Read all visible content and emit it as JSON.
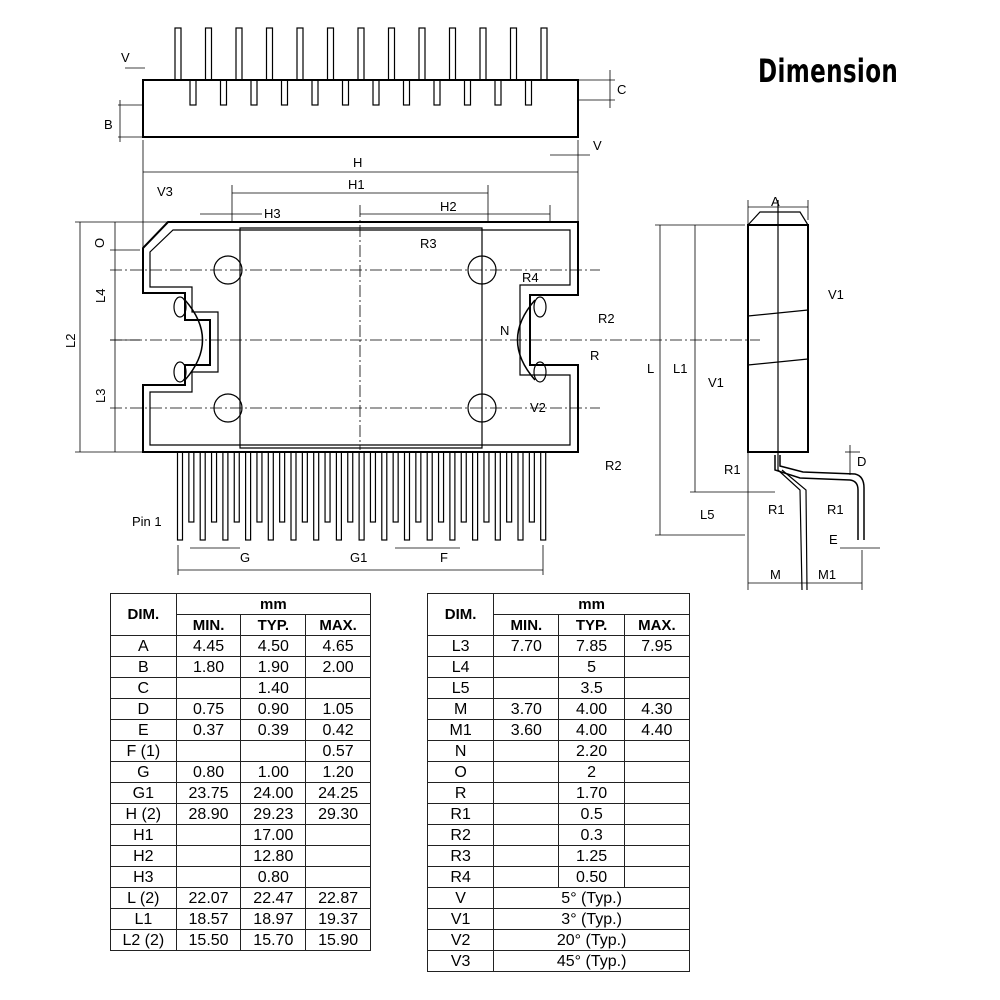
{
  "title": "Dimension",
  "drawing_labels": {
    "V": "V",
    "B": "B",
    "C": "C",
    "H": "H",
    "H1": "H1",
    "H2": "H2",
    "H3": "H3",
    "V3": "V3",
    "O": "O",
    "L4": "L4",
    "L2": "L2",
    "L3": "L3",
    "R3": "R3",
    "R4": "R4",
    "R2": "R2",
    "N": "N",
    "R": "R",
    "V2": "V2",
    "pin1": "Pin 1",
    "G": "G",
    "G1": "G1",
    "F": "F",
    "A": "A",
    "V1": "V1",
    "L": "L",
    "L1": "L1",
    "R1": "R1",
    "D": "D",
    "L5": "L5",
    "E": "E",
    "M": "M",
    "M1": "M1"
  },
  "table_headers": {
    "dim": "DIM.",
    "unit": "mm",
    "min": "MIN.",
    "typ": "TYP.",
    "max": "MAX."
  },
  "table_left": [
    {
      "dim": "A",
      "min": "4.45",
      "typ": "4.50",
      "max": "4.65"
    },
    {
      "dim": "B",
      "min": "1.80",
      "typ": "1.90",
      "max": "2.00"
    },
    {
      "dim": "C",
      "min": "",
      "typ": "1.40",
      "max": ""
    },
    {
      "dim": "D",
      "min": "0.75",
      "typ": "0.90",
      "max": "1.05"
    },
    {
      "dim": "E",
      "min": "0.37",
      "typ": "0.39",
      "max": "0.42"
    },
    {
      "dim": "F (1)",
      "min": "",
      "typ": "",
      "max": "0.57"
    },
    {
      "dim": "G",
      "min": "0.80",
      "typ": "1.00",
      "max": "1.20"
    },
    {
      "dim": "G1",
      "min": "23.75",
      "typ": "24.00",
      "max": "24.25"
    },
    {
      "dim": "H (2)",
      "min": "28.90",
      "typ": "29.23",
      "max": "29.30"
    },
    {
      "dim": "H1",
      "min": "",
      "typ": "17.00",
      "max": ""
    },
    {
      "dim": "H2",
      "min": "",
      "typ": "12.80",
      "max": ""
    },
    {
      "dim": "H3",
      "min": "",
      "typ": "0.80",
      "max": ""
    },
    {
      "dim": "L (2)",
      "min": "22.07",
      "typ": "22.47",
      "max": "22.87"
    },
    {
      "dim": "L1",
      "min": "18.57",
      "typ": "18.97",
      "max": "19.37"
    },
    {
      "dim": "L2 (2)",
      "min": "15.50",
      "typ": "15.70",
      "max": "15.90"
    }
  ],
  "table_right": [
    {
      "dim": "L3",
      "min": "7.70",
      "typ": "7.85",
      "max": "7.95"
    },
    {
      "dim": "L4",
      "min": "",
      "typ": "5",
      "max": ""
    },
    {
      "dim": "L5",
      "min": "",
      "typ": "3.5",
      "max": ""
    },
    {
      "dim": "M",
      "min": "3.70",
      "typ": "4.00",
      "max": "4.30"
    },
    {
      "dim": "M1",
      "min": "3.60",
      "typ": "4.00",
      "max": "4.40"
    },
    {
      "dim": "N",
      "min": "",
      "typ": "2.20",
      "max": ""
    },
    {
      "dim": "O",
      "min": "",
      "typ": "2",
      "max": ""
    },
    {
      "dim": "R",
      "min": "",
      "typ": "1.70",
      "max": ""
    },
    {
      "dim": "R1",
      "min": "",
      "typ": "0.5",
      "max": ""
    },
    {
      "dim": "R2",
      "min": "",
      "typ": "0.3",
      "max": ""
    },
    {
      "dim": "R3",
      "min": "",
      "typ": "1.25",
      "max": ""
    },
    {
      "dim": "R4",
      "min": "",
      "typ": "0.50",
      "max": ""
    }
  ],
  "table_right_merged": [
    {
      "dim": "V",
      "value": "5° (Typ.)"
    },
    {
      "dim": "V1",
      "value": "3° (Typ.)"
    },
    {
      "dim": "V2",
      "value": "20° (Typ.)"
    },
    {
      "dim": "V3",
      "value": "45° (Typ.)"
    }
  ]
}
